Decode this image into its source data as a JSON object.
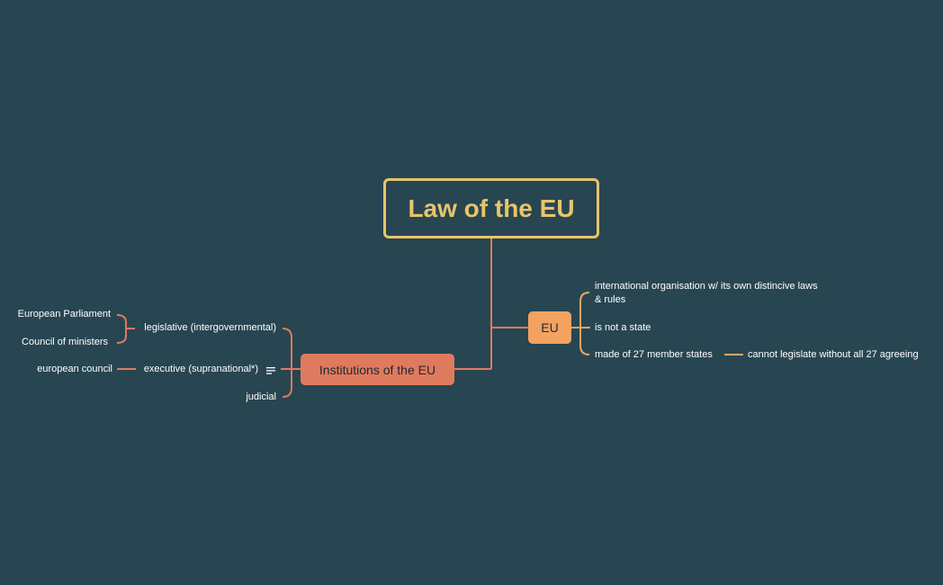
{
  "root": {
    "title": "Law of the EU"
  },
  "eu": {
    "label": "EU",
    "children": [
      {
        "label": "international organisation w/ its own distincive laws & rules"
      },
      {
        "label": "is not a state"
      },
      {
        "label": "made of 27 member states",
        "child": "cannot legislate without all 27 agreeing"
      }
    ]
  },
  "institutions": {
    "label": "Institutions of the EU",
    "children": [
      {
        "label": "legislative (intergovernmental)",
        "children": [
          "European Parliament",
          "Council of ministers"
        ]
      },
      {
        "label": "executive (supranational*)",
        "children": [
          "european council"
        ],
        "note_icon": "notes-icon"
      },
      {
        "label": "judicial"
      }
    ]
  },
  "colors": {
    "background": "#274652",
    "root": "#e9c46a",
    "eu_branch": "#f4a261",
    "institutions_branch": "#e07a5f",
    "text": "#ffffff"
  }
}
